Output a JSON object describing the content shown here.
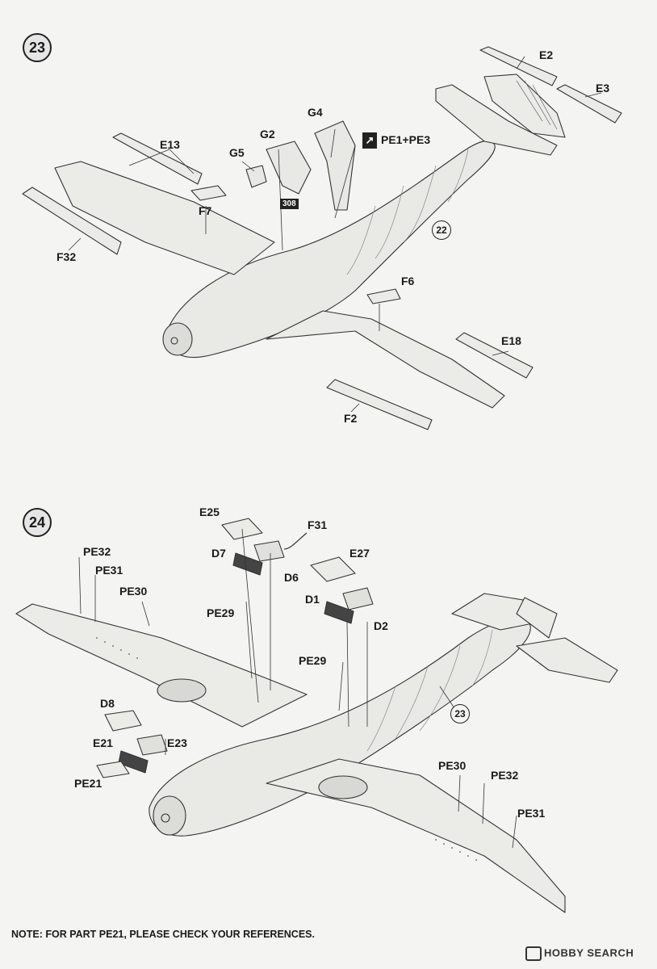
{
  "steps": [
    {
      "number": "23"
    },
    {
      "number": "24"
    }
  ],
  "step23": {
    "parts": {
      "e2": "E2",
      "e3": "E3",
      "e13": "E13",
      "g4": "G4",
      "g2": "G2",
      "g5": "G5",
      "pe": "PE1+PE3",
      "paint": "308",
      "f7": "F7",
      "f32": "F32",
      "ref22": "22",
      "f6": "F6",
      "e18": "E18",
      "f2": "F2"
    }
  },
  "step24": {
    "parts": {
      "e25": "E25",
      "f31": "F31",
      "e27": "E27",
      "d7": "D7",
      "d6": "D6",
      "pe32": "PE32",
      "pe31": "PE31",
      "pe30": "PE30",
      "pe29": "PE29",
      "d1": "D1",
      "d2": "D2",
      "pe29b": "PE29",
      "ref23": "23",
      "d8": "D8",
      "e21": "E21",
      "e23": "E23",
      "pe21": "PE21",
      "pe30b": "PE30",
      "pe32b": "PE32",
      "pe31b": "PE31"
    }
  },
  "note": "NOTE: FOR PART PE21, PLEASE CHECK YOUR REFERENCES.",
  "watermark": "HOBBY SEARCH"
}
